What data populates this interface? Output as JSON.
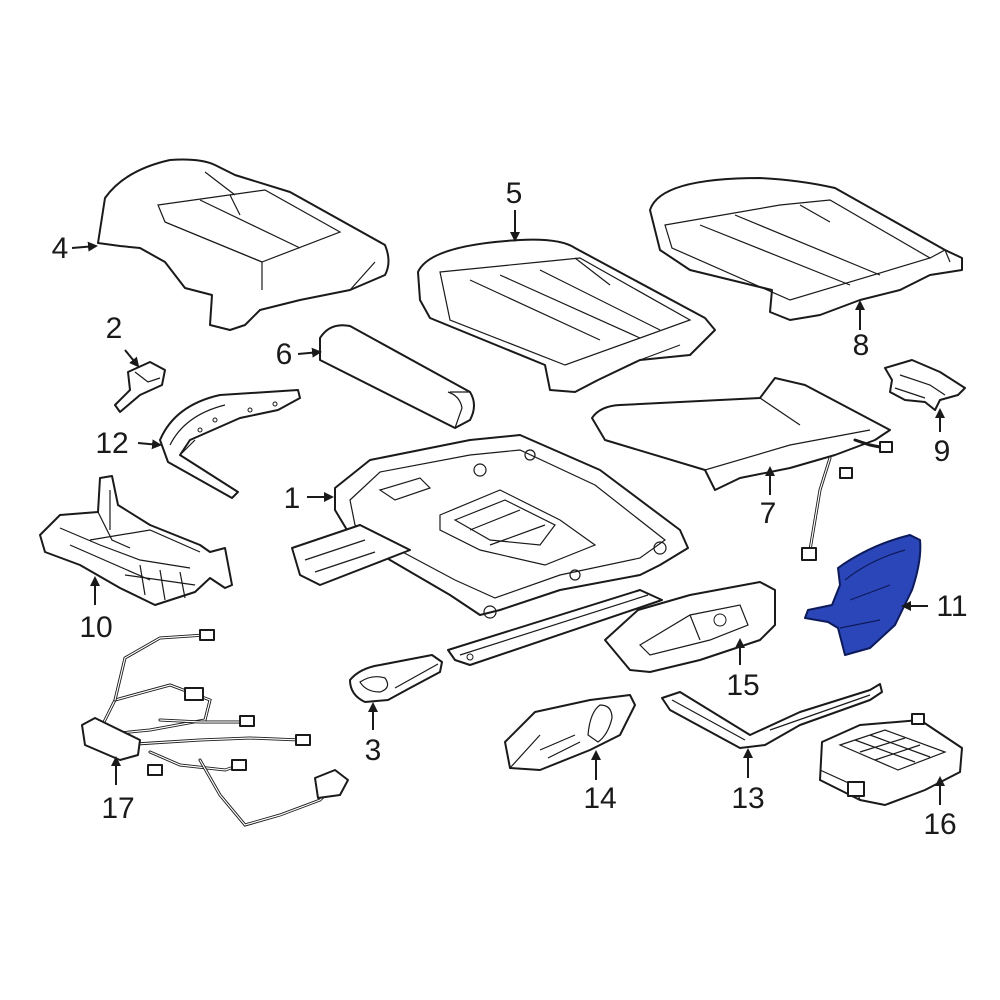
{
  "callouts": [
    {
      "id": "1",
      "label": "1"
    },
    {
      "id": "2",
      "label": "2"
    },
    {
      "id": "3",
      "label": "3"
    },
    {
      "id": "4",
      "label": "4"
    },
    {
      "id": "5",
      "label": "5"
    },
    {
      "id": "6",
      "label": "6"
    },
    {
      "id": "7",
      "label": "7"
    },
    {
      "id": "8",
      "label": "8"
    },
    {
      "id": "9",
      "label": "9"
    },
    {
      "id": "10",
      "label": "10"
    },
    {
      "id": "11",
      "label": "11"
    },
    {
      "id": "12",
      "label": "12"
    },
    {
      "id": "13",
      "label": "13"
    },
    {
      "id": "14",
      "label": "14"
    },
    {
      "id": "15",
      "label": "15"
    },
    {
      "id": "16",
      "label": "16"
    },
    {
      "id": "17",
      "label": "17"
    }
  ],
  "highlighted_part": "11",
  "colors": {
    "highlight": "#2b46b8",
    "line": "#1a1a1a",
    "background": "#ffffff"
  }
}
